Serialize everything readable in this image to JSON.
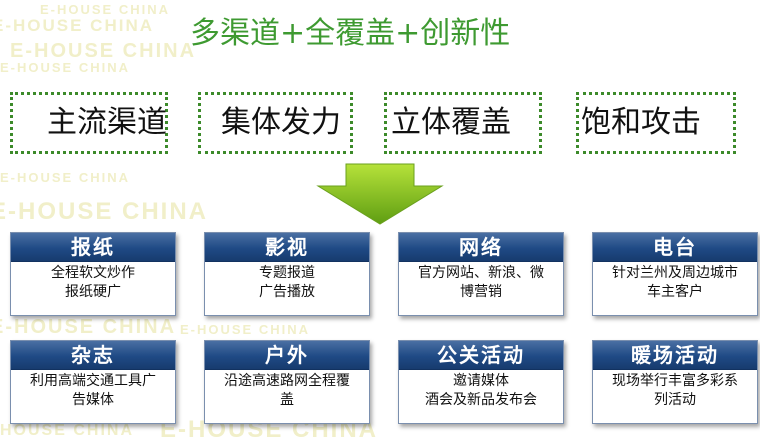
{
  "watermark": "E-HOUSE CHINA",
  "title": "多渠道+全覆盖+创新性",
  "keywords": [
    "主流渠道",
    "集体发力",
    "立体覆盖",
    "饱和攻击"
  ],
  "cards": [
    {
      "title": "报纸",
      "lines": [
        "全程软文炒作",
        "报纸硬广"
      ]
    },
    {
      "title": "影视",
      "lines": [
        "专题报道",
        "广告播放"
      ]
    },
    {
      "title": "网络",
      "lines": [
        "官方网站、新浪、微",
        "博营销"
      ]
    },
    {
      "title": "电台",
      "lines": [
        "针对兰州及周边城市",
        "车主客户"
      ]
    },
    {
      "title": "杂志",
      "lines": [
        "利用高端交通工具广",
        "告媒体"
      ]
    },
    {
      "title": "户外",
      "lines": [
        "沿途高速路网全程覆",
        "盖"
      ]
    },
    {
      "title": "公关活动",
      "lines": [
        "邀请媒体",
        "酒会及新品发布会"
      ]
    },
    {
      "title": "暖场活动",
      "lines": [
        "现场举行丰富多彩系",
        "列活动"
      ]
    }
  ],
  "colors": {
    "title_green": "#3e9a31",
    "dotted_border": "#3c8a2a",
    "arrow_fill_top": "#9ad21f",
    "arrow_fill_bottom": "#5f9e12",
    "card_header": "#1f4a85",
    "watermark": "#f1efc9"
  },
  "icons": [
    "down-arrow"
  ]
}
